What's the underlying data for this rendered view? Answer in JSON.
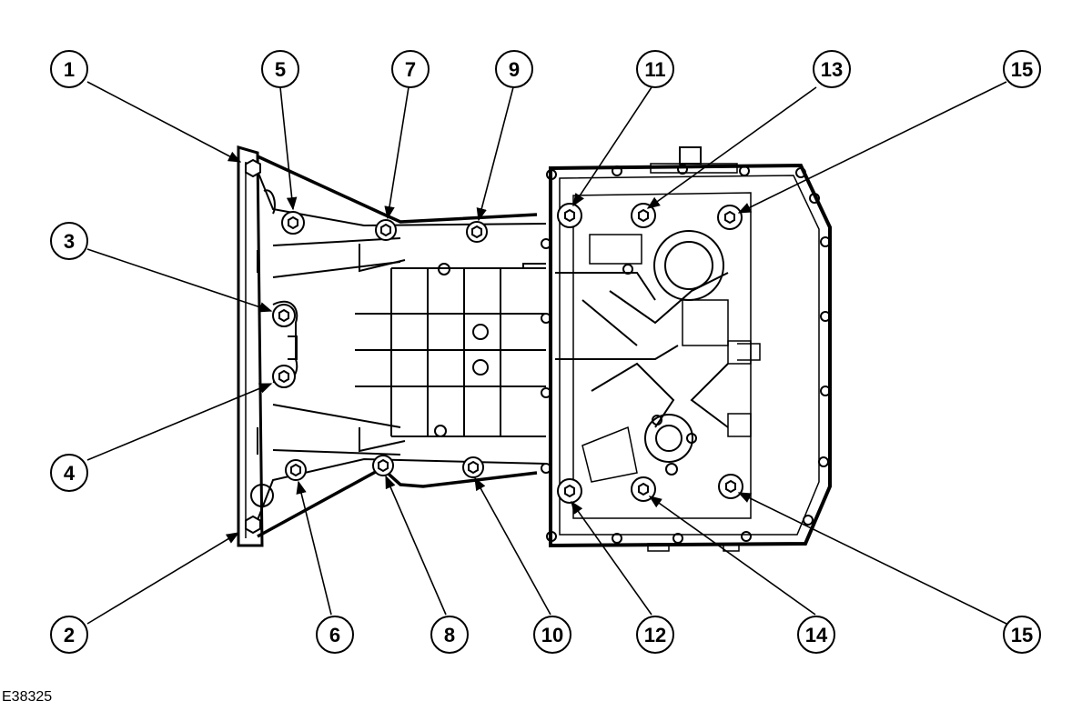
{
  "figure_code": "E38325",
  "colors": {
    "line": "#000000",
    "background": "#ffffff"
  },
  "callouts": [
    {
      "label": "1"
    },
    {
      "label": "2"
    },
    {
      "label": "3"
    },
    {
      "label": "4"
    },
    {
      "label": "5"
    },
    {
      "label": "6"
    },
    {
      "label": "7"
    },
    {
      "label": "8"
    },
    {
      "label": "9"
    },
    {
      "label": "10"
    },
    {
      "label": "11"
    },
    {
      "label": "12"
    },
    {
      "label": "13"
    },
    {
      "label": "14"
    },
    {
      "label": "15"
    },
    {
      "label": "15"
    }
  ]
}
